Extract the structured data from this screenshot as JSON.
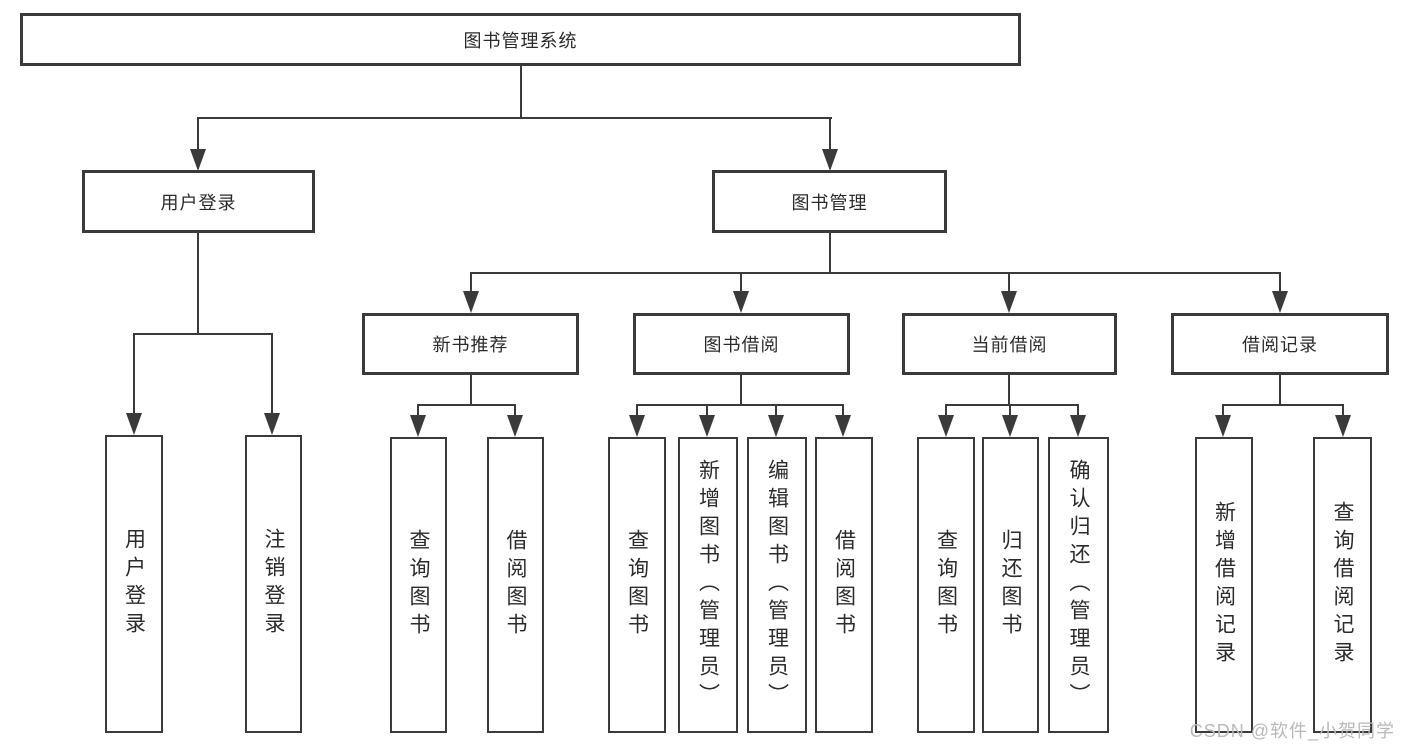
{
  "diagram": {
    "root": {
      "label": "图书管理系统"
    },
    "level2": [
      {
        "label": "用户登录"
      },
      {
        "label": "图书管理"
      }
    ],
    "level3": [
      {
        "label": "新书推荐"
      },
      {
        "label": "图书借阅"
      },
      {
        "label": "当前借阅"
      },
      {
        "label": "借阅记录"
      }
    ],
    "leaves": {
      "login": [
        {
          "label": "用户登录"
        },
        {
          "label": "注销登录"
        }
      ],
      "recommend": [
        {
          "label": "查询图书"
        },
        {
          "label": "借阅图书"
        }
      ],
      "borrow": [
        {
          "label": "查询图书"
        },
        {
          "label": "新增图书（管理员）"
        },
        {
          "label": "编辑图书（管理员）"
        },
        {
          "label": "借阅图书"
        }
      ],
      "current": [
        {
          "label": "查询图书"
        },
        {
          "label": "归还图书"
        },
        {
          "label": "确认归还（管理员）"
        }
      ],
      "records": [
        {
          "label": "新增借阅记录"
        },
        {
          "label": "查询借阅记录"
        }
      ]
    },
    "colors": {
      "line": "#3a3a3a",
      "box_background": "#ffffff",
      "text": "#2b2b2b",
      "watermark": "#b9b9b9"
    },
    "watermark": "CSDN @软件_小贺同学"
  }
}
